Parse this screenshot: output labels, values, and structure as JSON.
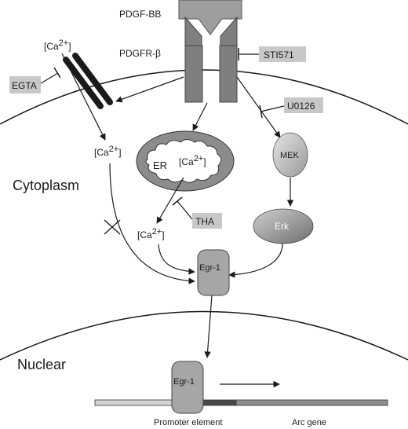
{
  "ligand": {
    "label": "PDGF-BB"
  },
  "receptor": {
    "label": "PDGFR-β"
  },
  "inhibitors": {
    "sti": "STI571",
    "egta": "EGTA",
    "u0126": "U0126",
    "tha": "THA"
  },
  "calcium": {
    "extracellular": {
      "base": "[Ca",
      "sup": "2+",
      "close": "]"
    },
    "cytoplasmic": {
      "base": "[Ca",
      "sup": "2+",
      "close": "]"
    },
    "er_store": {
      "base": "[Ca",
      "sup": "2+",
      "close": "]"
    },
    "released": {
      "base": "[Ca",
      "sup": "2+",
      "close": "]"
    }
  },
  "organelles": {
    "er": "ER"
  },
  "kinases": {
    "mek": "MEK",
    "erk": "Erk"
  },
  "transcription_factor": {
    "cytoplasm": "Egr-1",
    "nucleus": "Egr-1"
  },
  "compartments": {
    "cytoplasm": "Cytoplasm",
    "nucleus": "Nuclear"
  },
  "dna": {
    "promoter": "Promoter element",
    "gene": "Arc gene"
  },
  "colors": {
    "receptor": "#7f7f7f",
    "ligand": "#9d9d9d",
    "inhibitor_box": "#c8c8c8",
    "er": "#8c8c8c",
    "egr": "#a6a6a6",
    "membrane": "#1a1a1a"
  }
}
